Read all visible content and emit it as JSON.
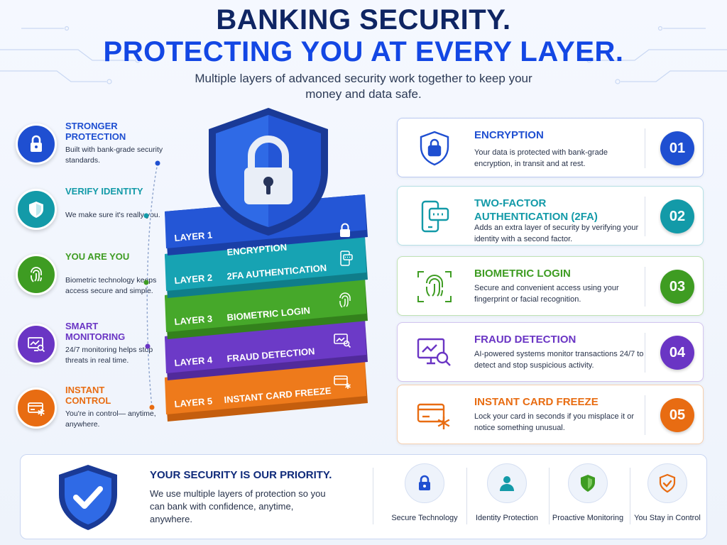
{
  "header": {
    "title_line1": "BANKING SECURITY.",
    "title_line2": "PROTECTING YOU AT EVERY LAYER.",
    "subtitle": "Multiple layers of advanced security work together to keep your money and data safe."
  },
  "left_features": [
    {
      "title": "STRONGER PROTECTION",
      "desc": "Built with bank-grade security standards.",
      "color": "#1f4fd1",
      "icon": "lock-icon"
    },
    {
      "title": "VERIFY IDENTITY",
      "desc": "We make sure it's really you.",
      "color": "#139aa8",
      "icon": "shield-icon"
    },
    {
      "title": "YOU ARE YOU",
      "desc": "Biometric technology keeps access secure and simple.",
      "color": "#3e9c22",
      "icon": "fingerprint-icon"
    },
    {
      "title": "SMART MONITORING",
      "desc": "24/7 monitoring helps stop threats in real time.",
      "color": "#6a35c4",
      "icon": "monitor-search-icon"
    },
    {
      "title": "INSTANT CONTROL",
      "desc": "You're in control— anytime, anywhere.",
      "color": "#e86c12",
      "icon": "card-freeze-icon"
    }
  ],
  "layers": [
    {
      "layer": "LAYER 1",
      "name": "ENCRYPTION",
      "color": "#2456d6",
      "dark": "#1a3fa6",
      "icon": "lock-icon"
    },
    {
      "layer": "LAYER 2",
      "name": "2FA AUTHENTICATION",
      "color": "#17a3b3",
      "dark": "#0f7d8a",
      "icon": "phone-code-icon"
    },
    {
      "layer": "LAYER 3",
      "name": "BIOMETRIC LOGIN",
      "color": "#46a82a",
      "dark": "#33811c",
      "icon": "fingerprint-icon"
    },
    {
      "layer": "LAYER 4",
      "name": "FRAUD DETECTION",
      "color": "#6c3ac7",
      "dark": "#512a9b",
      "icon": "monitor-search-icon"
    },
    {
      "layer": "LAYER 5",
      "name": "INSTANT CARD FREEZE",
      "color": "#ee7a1b",
      "dark": "#c45e0e",
      "icon": "card-freeze-icon"
    }
  ],
  "right_cards": [
    {
      "title": "ENCRYPTION",
      "desc": "Your data is protected with bank-grade encryption, in transit and at rest.",
      "num": "01",
      "color": "#1f4fd1",
      "border": "#b9c9f2",
      "icon": "shield-lock-icon"
    },
    {
      "title": "TWO-FACTOR AUTHENTICATION (2FA)",
      "desc": "Adds an extra layer of security by verifying your identity with a second factor.",
      "num": "02",
      "color": "#139aa8",
      "border": "#b5e0e5",
      "icon": "phone-code-icon"
    },
    {
      "title": "BIOMETRIC LOGIN",
      "desc": "Secure and convenient access using your fingerprint or facial recognition.",
      "num": "03",
      "color": "#3e9c22",
      "border": "#bfe2b4",
      "icon": "fingerprint-scan-icon"
    },
    {
      "title": "FRAUD DETECTION",
      "desc": "AI-powered systems monitor transactions 24/7 to detect and stop suspicious activity.",
      "num": "04",
      "color": "#6a35c4",
      "border": "#d2c4ef",
      "icon": "monitor-search-icon"
    },
    {
      "title": "INSTANT CARD FREEZE",
      "desc": "Lock your card in seconds if you misplace it or notice something unusual.",
      "num": "05",
      "color": "#e86c12",
      "border": "#f6cfae",
      "icon": "card-freeze-icon"
    }
  ],
  "footer": {
    "title": "YOUR SECURITY IS OUR PRIORITY.",
    "desc": "We use multiple layers of protection so you can bank with confidence, anytime, anywhere.",
    "items": [
      {
        "label": "Secure Technology",
        "icon": "lock-icon",
        "color": "#1f4fd1"
      },
      {
        "label": "Identity Protection",
        "icon": "user-icon",
        "color": "#139aa8"
      },
      {
        "label": "Proactive Monitoring",
        "icon": "shield-icon",
        "color": "#3e9c22"
      },
      {
        "label": "You Stay in Control",
        "icon": "shield-check-icon",
        "color": "#e86c12"
      }
    ]
  }
}
